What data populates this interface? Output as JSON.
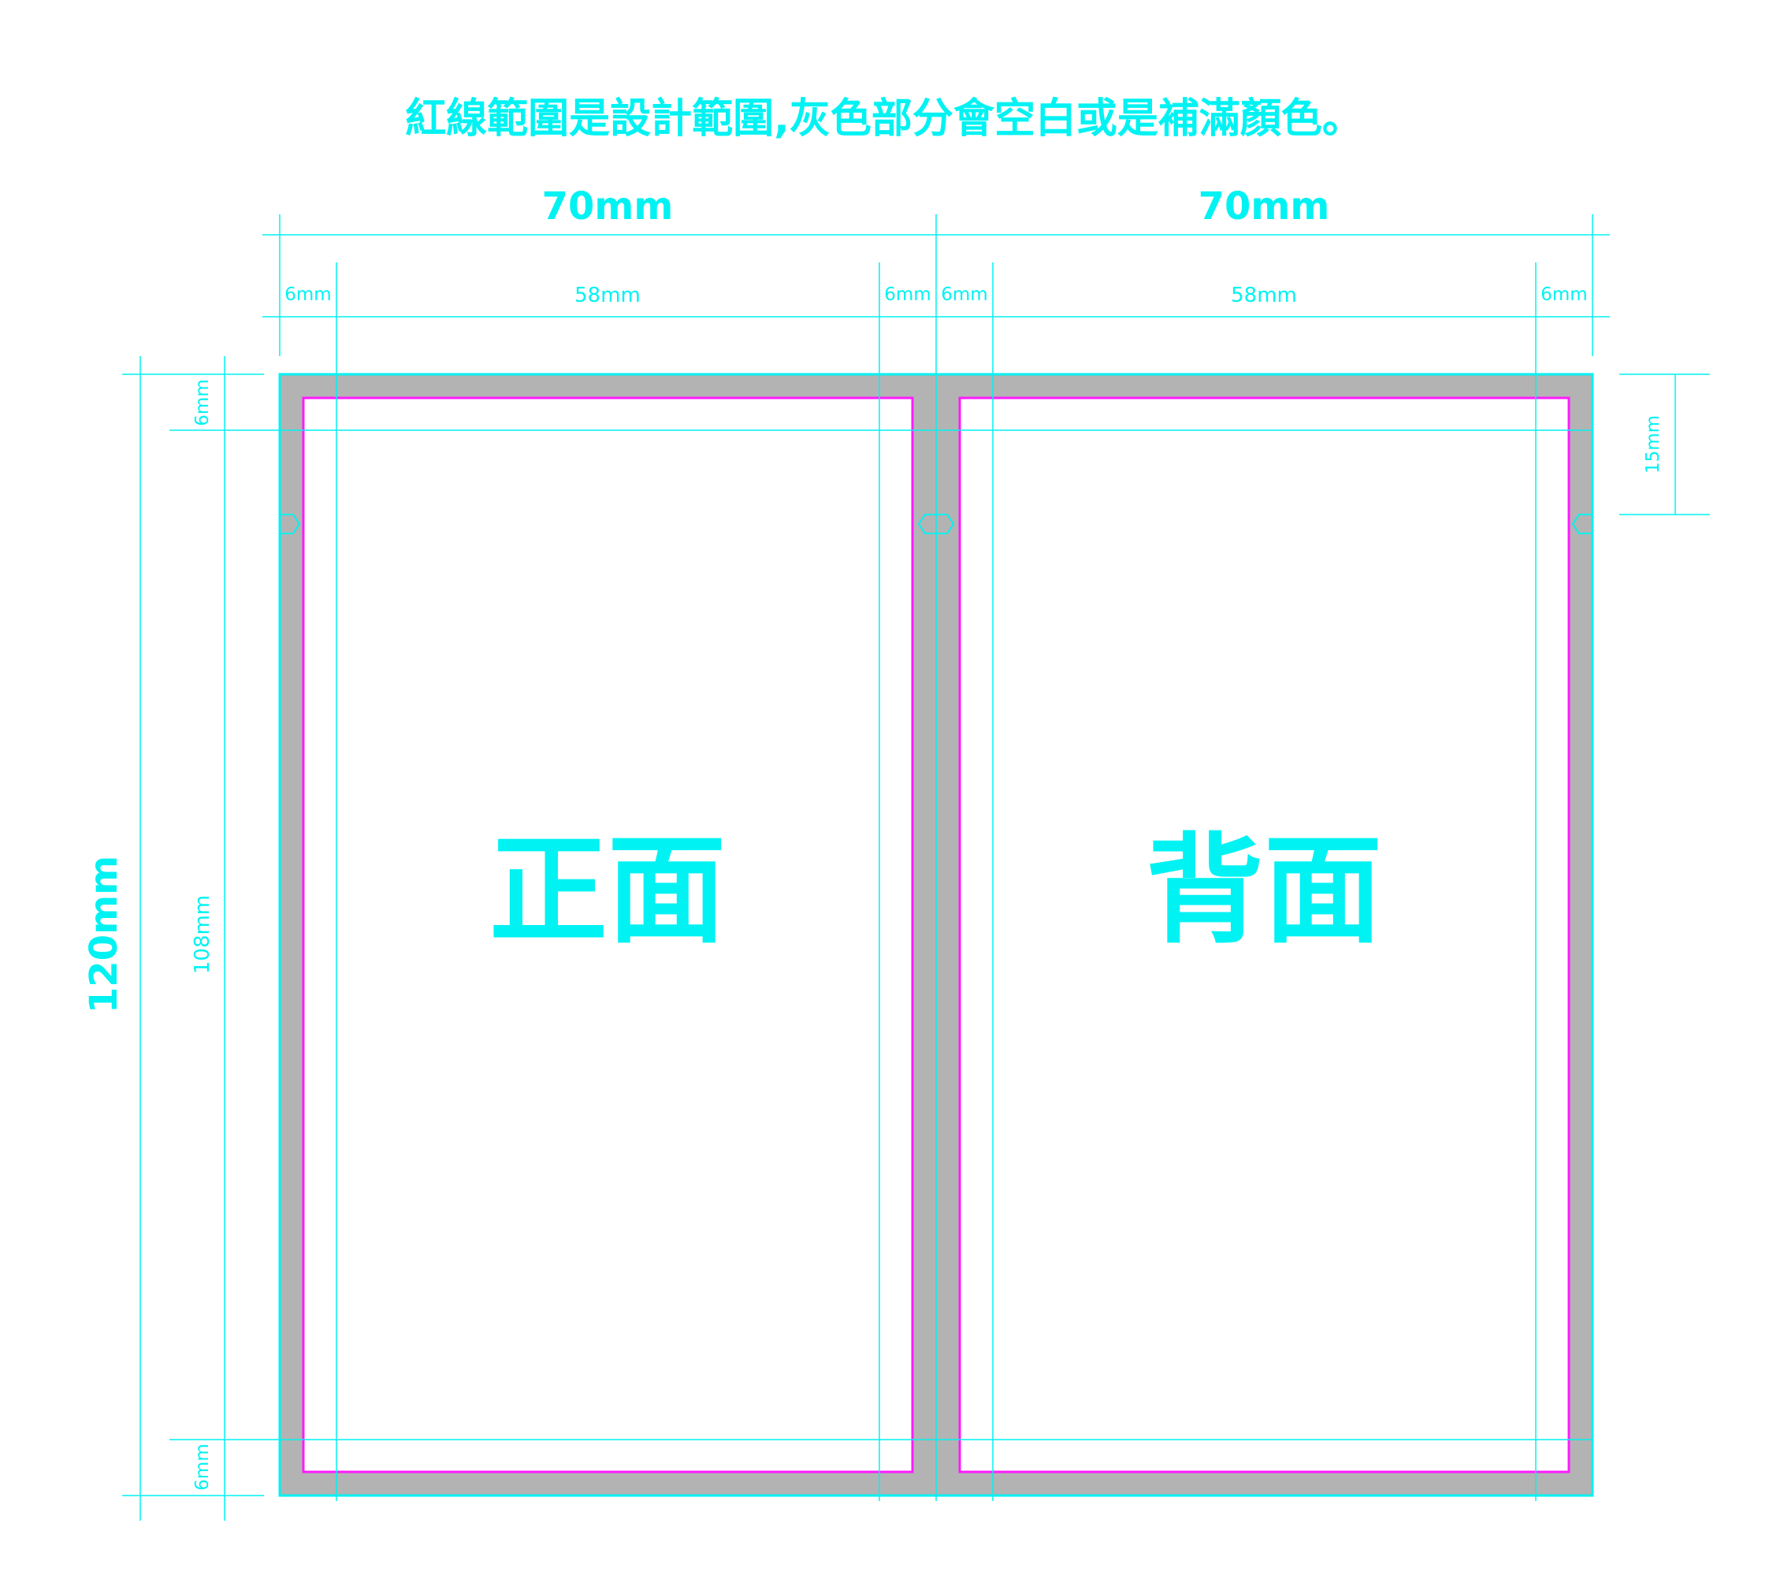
{
  "colors": {
    "guide": "#00f2f2",
    "bleed": "#b3b3b3",
    "safe": "#ff1aff",
    "paper": "#ffffff"
  },
  "title": "紅線範圍是設計範圍,灰色部分會空白或是補滿顏色。",
  "faces": {
    "front": "正面",
    "back": "背面"
  },
  "top_dims": {
    "panel_width": [
      "70mm",
      "70mm"
    ],
    "segments": [
      "6mm",
      "58mm",
      "6mm",
      "6mm",
      "58mm",
      "6mm"
    ]
  },
  "left_dims": {
    "total": "120mm",
    "segments": [
      "6mm",
      "108mm",
      "6mm"
    ]
  },
  "right_dims": {
    "notch_offset": "15mm"
  }
}
